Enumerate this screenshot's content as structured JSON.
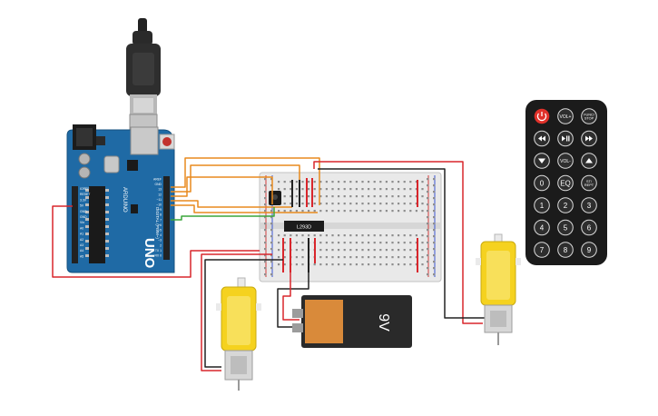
{
  "arduino": {
    "logo_text": "UNO",
    "brand_text": "ARDUINO",
    "digital_label": "DIGITAL (PWM~)",
    "header_labels": [
      "AREF",
      "GND",
      "13",
      "12",
      "~11",
      "~10",
      "~9",
      "8",
      "7",
      "~6",
      "~5",
      "4",
      "~3",
      "2",
      "TX 1",
      "RX 0"
    ],
    "power_labels": [
      "IOREF",
      "RESET",
      "3.3V",
      "5V",
      "GND",
      "GND",
      "Vin"
    ],
    "analog_labels": [
      "A0",
      "A1",
      "A2",
      "A3",
      "A4",
      "A5"
    ]
  },
  "breadboard": {
    "chip_label": "L293D"
  },
  "battery": {
    "voltage_label": "9V"
  },
  "remote": {
    "buttons": [
      {
        "label": "",
        "name": "power-button",
        "style": "power"
      },
      {
        "label": "VOL+",
        "name": "vol-up-button",
        "style": "dark"
      },
      {
        "label": "FUNC/\nSTOP",
        "name": "func-stop-button",
        "style": "dark"
      },
      {
        "label": "",
        "name": "rewind-button",
        "style": "dark",
        "icon": "rewind"
      },
      {
        "label": "",
        "name": "play-pause-button",
        "style": "dark",
        "icon": "playpause"
      },
      {
        "label": "",
        "name": "fast-forward-button",
        "style": "dark",
        "icon": "ff"
      },
      {
        "label": "",
        "name": "down-button",
        "style": "dark",
        "icon": "down"
      },
      {
        "label": "VOL-",
        "name": "vol-down-button",
        "style": "dark"
      },
      {
        "label": "",
        "name": "up-button",
        "style": "dark",
        "icon": "up"
      },
      {
        "label": "0",
        "name": "key-0-button",
        "style": "dark"
      },
      {
        "label": "EQ",
        "name": "eq-button",
        "style": "dark"
      },
      {
        "label": "ST/\nREPT",
        "name": "st-rept-button",
        "style": "dark"
      },
      {
        "label": "1",
        "name": "key-1-button",
        "style": "dark"
      },
      {
        "label": "2",
        "name": "key-2-button",
        "style": "dark"
      },
      {
        "label": "3",
        "name": "key-3-button",
        "style": "dark"
      },
      {
        "label": "4",
        "name": "key-4-button",
        "style": "dark"
      },
      {
        "label": "5",
        "name": "key-5-button",
        "style": "dark"
      },
      {
        "label": "6",
        "name": "key-6-button",
        "style": "dark"
      },
      {
        "label": "7",
        "name": "key-7-button",
        "style": "dark"
      },
      {
        "label": "8",
        "name": "key-8-button",
        "style": "dark"
      },
      {
        "label": "9",
        "name": "key-9-button",
        "style": "dark"
      }
    ]
  },
  "colors": {
    "board_blue": "#1f6aa5",
    "wire_red": "#d9262c",
    "wire_black": "#222222",
    "wire_orange": "#e88a1e",
    "wire_green": "#3aa53a",
    "motor_yellow": "#f5d21f",
    "battery_orange": "#d98a3a",
    "remote_black": "#1b1b1b",
    "power_red": "#e0312a"
  }
}
